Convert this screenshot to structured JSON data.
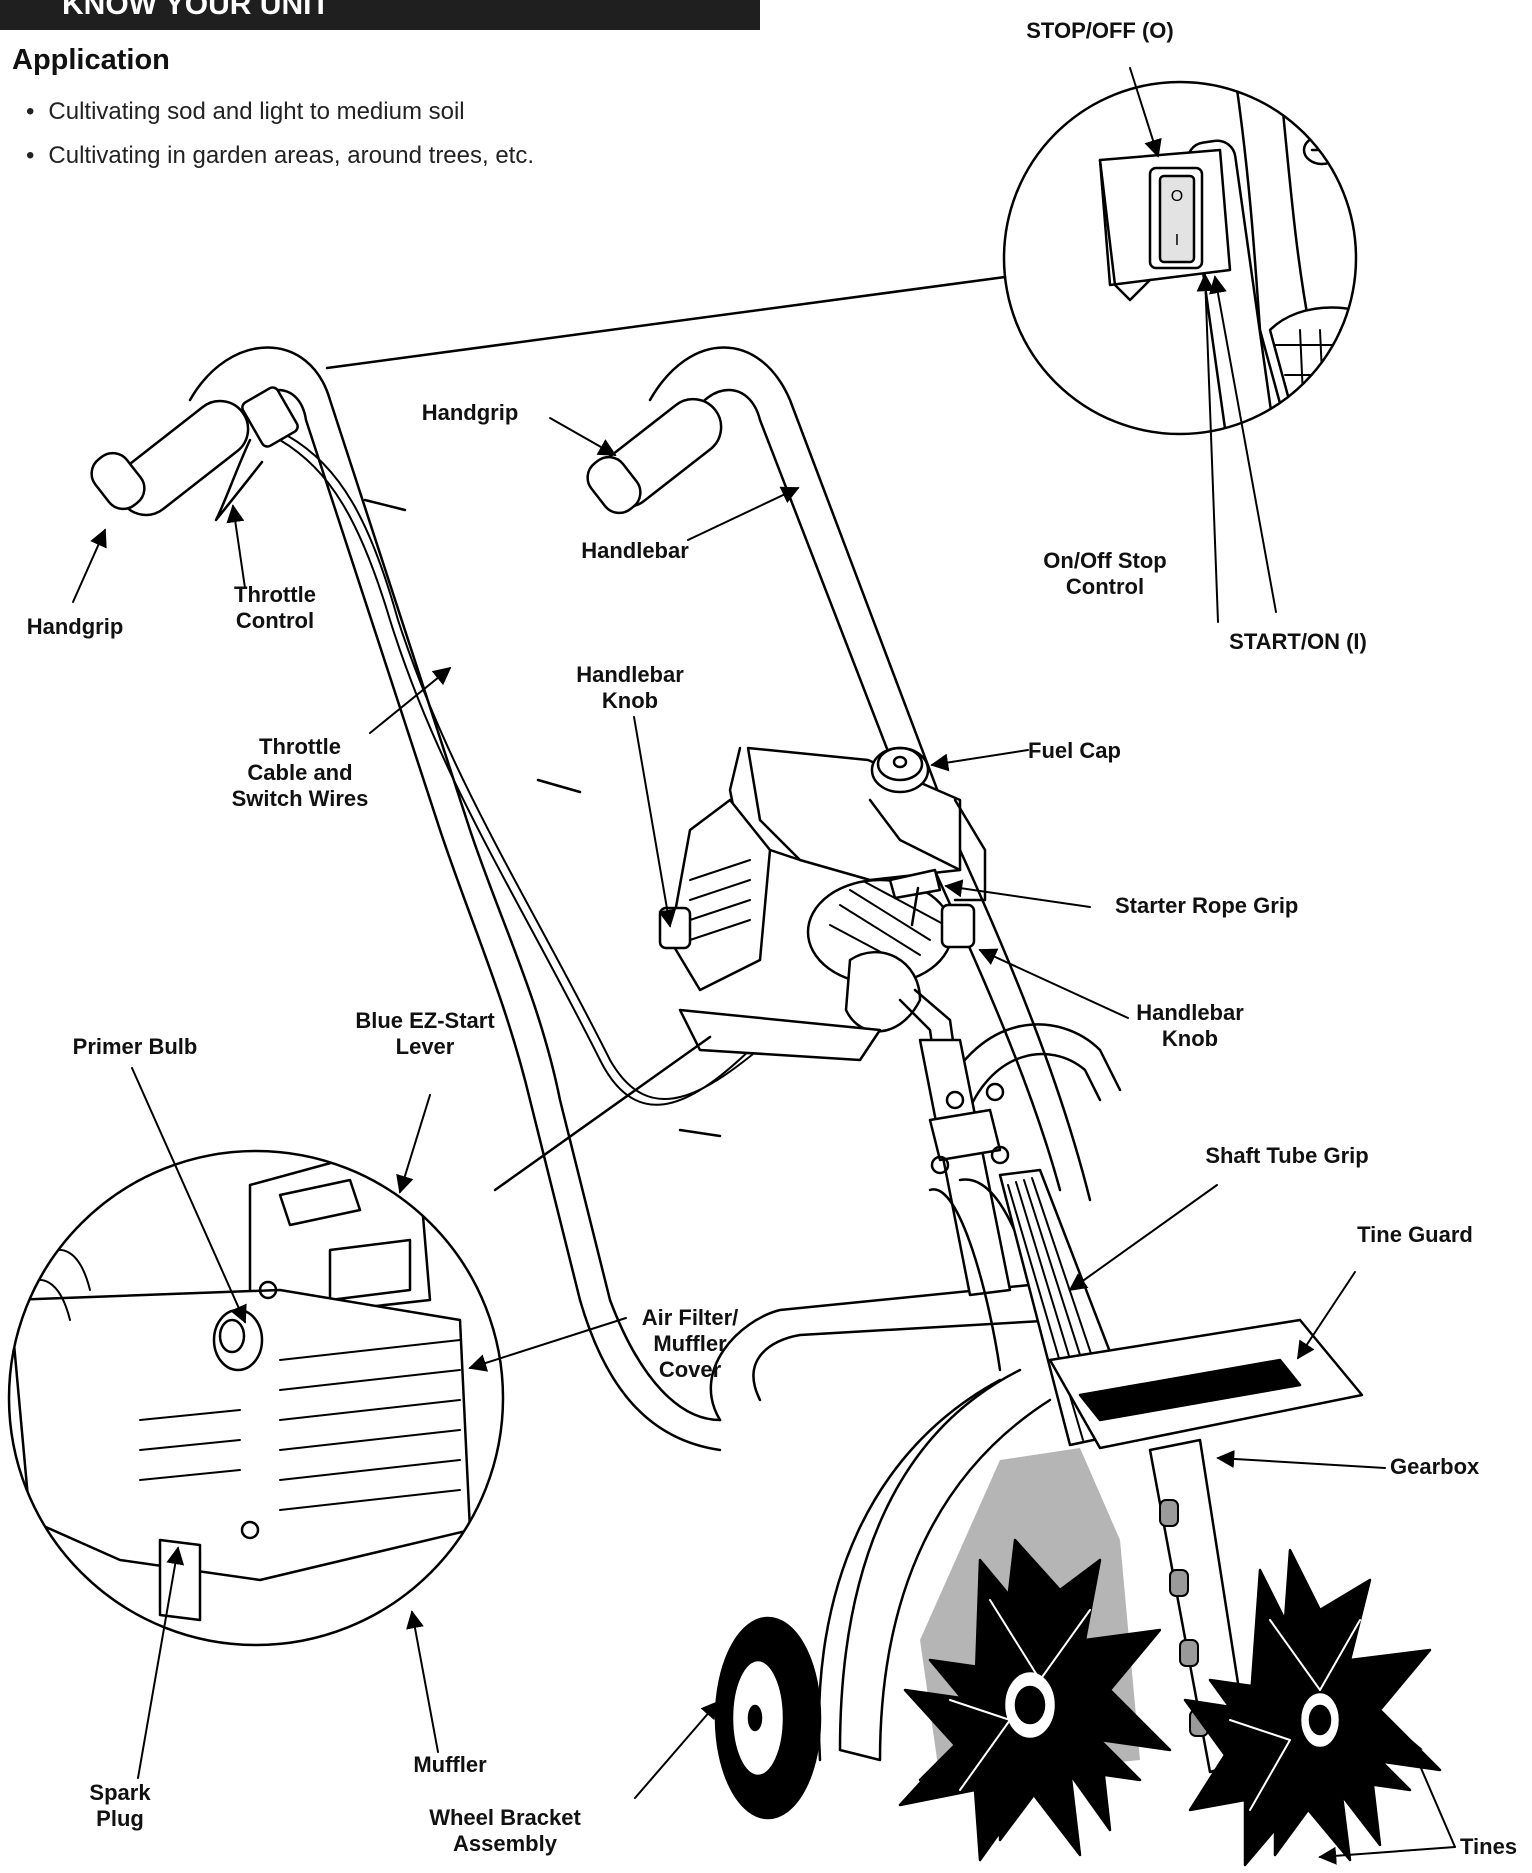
{
  "header": {
    "title": "KNOW YOUR UNIT"
  },
  "application": {
    "title": "Application",
    "items": [
      "Cultivating sod and light to medium soil",
      "Cultivating in garden areas, around trees, etc."
    ]
  },
  "labels": {
    "stop_off": "STOP/OFF (O)",
    "start_on": "START/ON (I)",
    "on_off_stop_control": "On/Off Stop\nControl",
    "switch_o": "O",
    "switch_i": "I",
    "handgrip_left": "Handgrip",
    "handgrip_right": "Handgrip",
    "throttle_control": "Throttle\nControl",
    "handlebar": "Handlebar",
    "throttle_cable": "Throttle\nCable and\nSwitch Wires",
    "handlebar_knob_top": "Handlebar\nKnob",
    "fuel_cap": "Fuel Cap",
    "starter_rope_grip": "Starter Rope Grip",
    "handlebar_knob_side": "Handlebar\nKnob",
    "primer_bulb": "Primer Bulb",
    "blue_ez_start": "Blue EZ-Start\nLever",
    "air_filter": "Air Filter/\nMuffler\nCover",
    "shaft_tube_grip": "Shaft Tube Grip",
    "tine_guard": "Tine Guard",
    "gearbox": "Gearbox",
    "muffler": "Muffler",
    "spark_plug": "Spark\nPlug",
    "wheel_bracket": "Wheel Bracket\nAssembly",
    "tines": "Tines"
  }
}
